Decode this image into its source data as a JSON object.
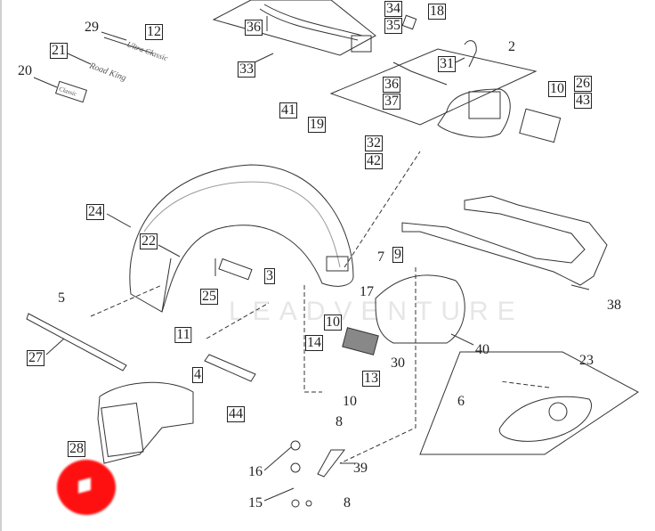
{
  "watermark": "LEADVENTURE",
  "accent_color": "#ff1010",
  "callouts": [
    {
      "id": "c36a",
      "text": "36",
      "boxed": true
    },
    {
      "id": "c34",
      "text": "34",
      "boxed": true
    },
    {
      "id": "c35",
      "text": "35",
      "boxed": true
    },
    {
      "id": "c18",
      "text": "18",
      "boxed": true
    },
    {
      "id": "c29",
      "text": "29",
      "boxed": false
    },
    {
      "id": "c12",
      "text": "12",
      "boxed": true
    },
    {
      "id": "c21",
      "text": "21",
      "boxed": true
    },
    {
      "id": "c20",
      "text": "20",
      "boxed": false
    },
    {
      "id": "c33",
      "text": "33",
      "boxed": true
    },
    {
      "id": "c31",
      "text": "31",
      "boxed": true
    },
    {
      "id": "c2",
      "text": "2",
      "boxed": false
    },
    {
      "id": "c36b",
      "text": "36",
      "boxed": true
    },
    {
      "id": "c37",
      "text": "37",
      "boxed": true
    },
    {
      "id": "c10a",
      "text": "10",
      "boxed": true
    },
    {
      "id": "c26",
      "text": "26",
      "boxed": true
    },
    {
      "id": "c43",
      "text": "43",
      "boxed": true
    },
    {
      "id": "c41",
      "text": "41",
      "boxed": true
    },
    {
      "id": "c19",
      "text": "19",
      "boxed": true
    },
    {
      "id": "c32",
      "text": "32",
      "boxed": true
    },
    {
      "id": "c42",
      "text": "42",
      "boxed": true
    },
    {
      "id": "c24",
      "text": "24",
      "boxed": true
    },
    {
      "id": "c22",
      "text": "22",
      "boxed": true
    },
    {
      "id": "c3",
      "text": "3",
      "boxed": true
    },
    {
      "id": "c25",
      "text": "25",
      "boxed": true
    },
    {
      "id": "c7",
      "text": "7",
      "boxed": false
    },
    {
      "id": "c9",
      "text": "9",
      "boxed": true
    },
    {
      "id": "c17",
      "text": "17",
      "boxed": false
    },
    {
      "id": "c5",
      "text": "5",
      "boxed": false
    },
    {
      "id": "c38",
      "text": "38",
      "boxed": false
    },
    {
      "id": "c10b",
      "text": "10",
      "boxed": true
    },
    {
      "id": "c11",
      "text": "11",
      "boxed": true
    },
    {
      "id": "c14",
      "text": "14",
      "boxed": true
    },
    {
      "id": "c40",
      "text": "40",
      "boxed": false
    },
    {
      "id": "c27",
      "text": "27",
      "boxed": true
    },
    {
      "id": "c4",
      "text": "4",
      "boxed": true
    },
    {
      "id": "c30",
      "text": "30",
      "boxed": false
    },
    {
      "id": "c13",
      "text": "13",
      "boxed": true
    },
    {
      "id": "c23",
      "text": "23",
      "boxed": false
    },
    {
      "id": "c10c",
      "text": "10",
      "boxed": false
    },
    {
      "id": "c6",
      "text": "6",
      "boxed": false
    },
    {
      "id": "c44",
      "text": "44",
      "boxed": true
    },
    {
      "id": "c8a",
      "text": "8",
      "boxed": false
    },
    {
      "id": "c28",
      "text": "28",
      "boxed": true
    },
    {
      "id": "c16",
      "text": "16",
      "boxed": false
    },
    {
      "id": "c39",
      "text": "39",
      "boxed": false
    },
    {
      "id": "c15",
      "text": "15",
      "boxed": false
    },
    {
      "id": "c8b",
      "text": "8",
      "boxed": false
    }
  ],
  "badges": {
    "road_king": "Road King",
    "ultra_classic": "Ultra Classic",
    "classic": "Classic"
  }
}
